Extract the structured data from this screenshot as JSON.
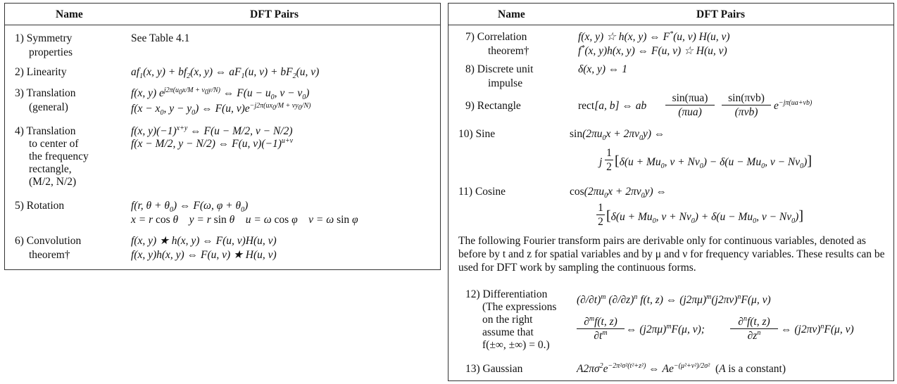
{
  "left": {
    "header": {
      "name": "Name",
      "pairs": "DFT Pairs"
    },
    "rows": [
      {
        "name": [
          "1) Symmetry",
          "properties"
        ],
        "formulas": [
          "See Table 4.1"
        ]
      },
      {
        "name": [
          "2) Linearity"
        ],
        "formulas": [
          "af1(x, y) + bf2(x, y) ⇔ aF1(u, v) + bF2(u, v)"
        ]
      },
      {
        "name": [
          "3) Translation",
          "(general)"
        ],
        "formulas": [
          "f(x, y) e^{j2π(u0x/M + v0y/N)} ⇔ F(u − u0, v − v0)",
          "f(x − x0, y − y0) ⇔ F(u, v)e^{−j2π(ux0/M + vy0/N)}"
        ]
      },
      {
        "name": [
          "4) Translation",
          "to center of",
          "the frequency",
          "rectangle,",
          "(M/2, N/2)"
        ],
        "formulas": [
          "f(x, y)(−1)^{x+y} ⇔ F(u − M/2, v − N/2)",
          "f(x − M/2, y − N/2) ⇔ F(u, v)(−1)^{u+v}"
        ]
      },
      {
        "name": [
          "5) Rotation"
        ],
        "formulas": [
          "f(r, θ + θ0) ⇔ F(ω, φ + θ0)",
          "x = r cos θ   y = r sin θ   u = ω cos φ   v = ω sin φ"
        ]
      },
      {
        "name": [
          "6) Convolution",
          "theorem†"
        ],
        "formulas": [
          "f(x, y) ★ h(x, y) ⇔ F(u, v)H(u, v)",
          "f(x, y)h(x, y) ⇔ F(u, v) ★ H(u, v)"
        ]
      }
    ]
  },
  "right": {
    "header": {
      "name": "Name",
      "pairs": "DFT Pairs"
    },
    "rows": [
      {
        "name": [
          "7)   Correlation",
          "theorem†"
        ],
        "formulas": [
          "f(x, y) ☆ h(x, y) ⇔ F*(u, v) H(u, v)",
          "f*(x, y)h(x, y) ⇔ F(u, v) ☆ H(u, v)"
        ]
      },
      {
        "name": [
          "8)   Discrete unit",
          "impulse"
        ],
        "formulas": [
          "δ(x, y) ⇔ 1"
        ]
      },
      {
        "name": [
          "9)   Rectangle"
        ],
        "formulas": [
          "rect[a, b] ⇔ ab sin(πua)/(πua) sin(πvb)/(πvb) e^{−jπ(ua+vb)}"
        ]
      },
      {
        "name": [
          "10)  Sine"
        ],
        "formulas": [
          "sin(2πu0x + 2πv0y) ⇔",
          "j 1/2 [δ(u + Mu0, v + Nv0) − δ(u − Mu0, v − Nv0)]"
        ]
      },
      {
        "name": [
          "11)  Cosine"
        ],
        "formulas": [
          "cos(2πu0x + 2πv0y) ⇔",
          "1/2 [δ(u + Mu0, v + Nv0) + δ(u − Mu0, v − Nv0)]"
        ]
      }
    ],
    "paragraph": "The following Fourier transform pairs are derivable only for continuous variables, denoted as before by t and z for spatial variables and by μ and ν for frequency variables. These results can be used for DFT work by sampling the continuous forms.",
    "rows2": [
      {
        "name": [
          "12) Differentiation",
          "(The expressions",
          "on the right",
          "assume that",
          "f(±∞, ±∞) = 0.)"
        ],
        "formulas": [
          "(∂/∂t)^m (∂/∂z)^n f(t, z) ⇔ (j2πμ)^m (j2πν)^n F(μ, ν)",
          "∂^m f(t, z)/∂t^m ⇔ (j2πμ)^m F(μ, ν); ∂^n f(t, z)/∂z^n ⇔ (j2πν)^n F(μ, ν)"
        ]
      },
      {
        "name": [
          "13) Gaussian"
        ],
        "formulas": [
          "A2πσ²e^{−2π²σ²(t²+z²)} ⇔ Ae^{−(μ²+ν²)/2σ²}  (A is a constant)"
        ]
      }
    ]
  }
}
